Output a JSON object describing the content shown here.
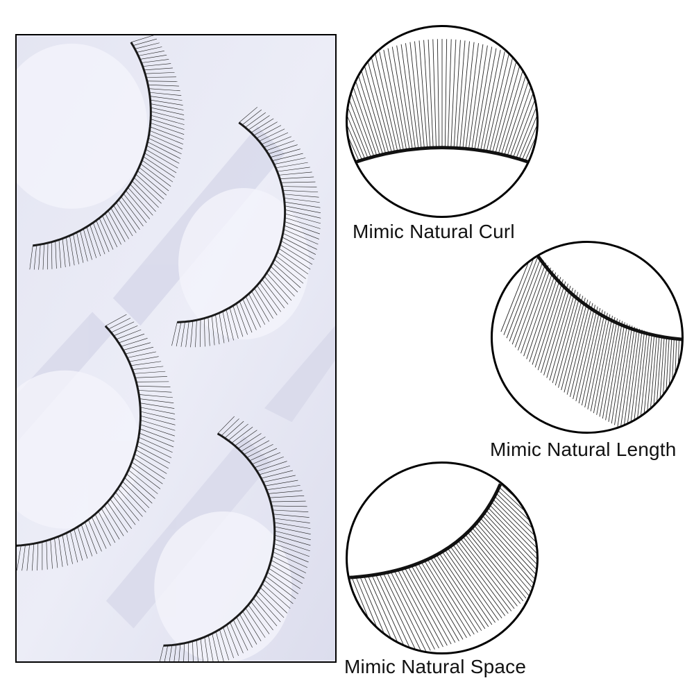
{
  "product_image": {
    "subject": "false-eyelashes-tray-photo"
  },
  "details": [
    {
      "caption": "Mimic Natural Curl",
      "icon": "eyelash-curl-closeup"
    },
    {
      "caption": "Mimic Natural Length",
      "icon": "eyelash-length-closeup"
    },
    {
      "caption": "Mimic Natural Space",
      "icon": "eyelash-space-closeup"
    }
  ],
  "colors": {
    "border": "#000000",
    "tray": "#e8e9f4",
    "lash": "#1a1a1a"
  }
}
